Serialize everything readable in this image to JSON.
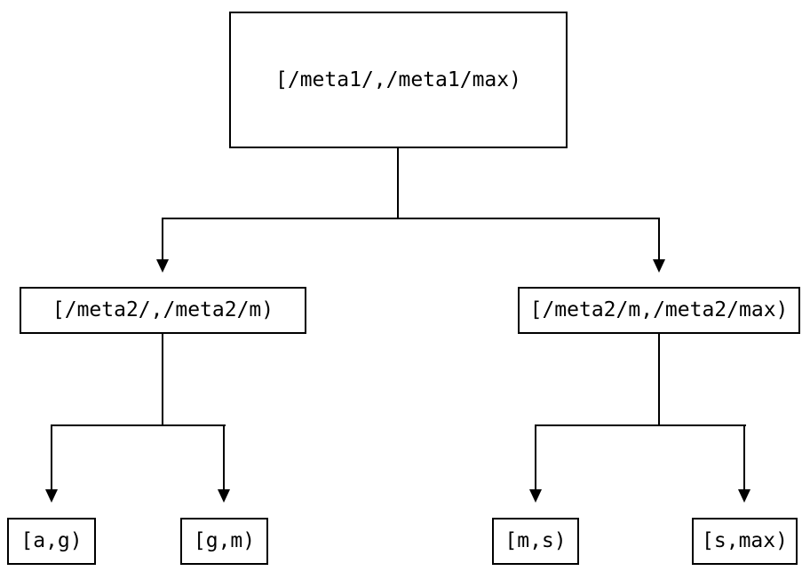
{
  "diagram": {
    "type": "tree",
    "background_color": "#ffffff",
    "line_color": "#000000",
    "text_color": "#000000",
    "nodes": {
      "root": {
        "label": "[/meta1/,/meta1/max)"
      },
      "meta2_low": {
        "label": "[/meta2/,/meta2/m)"
      },
      "meta2_high": {
        "label": "[/meta2/m,/meta2/max)"
      },
      "range_ag": {
        "label": "[a,g)"
      },
      "range_gm": {
        "label": "[g,m)"
      },
      "range_ms": {
        "label": "[m,s)"
      },
      "range_smax": {
        "label": "[s,max)"
      }
    },
    "edges": [
      {
        "from": "root",
        "to": "meta2_low"
      },
      {
        "from": "root",
        "to": "meta2_high"
      },
      {
        "from": "meta2_low",
        "to": "range_ag"
      },
      {
        "from": "meta2_low",
        "to": "range_gm"
      },
      {
        "from": "meta2_high",
        "to": "range_ms"
      },
      {
        "from": "meta2_high",
        "to": "range_smax"
      }
    ]
  }
}
